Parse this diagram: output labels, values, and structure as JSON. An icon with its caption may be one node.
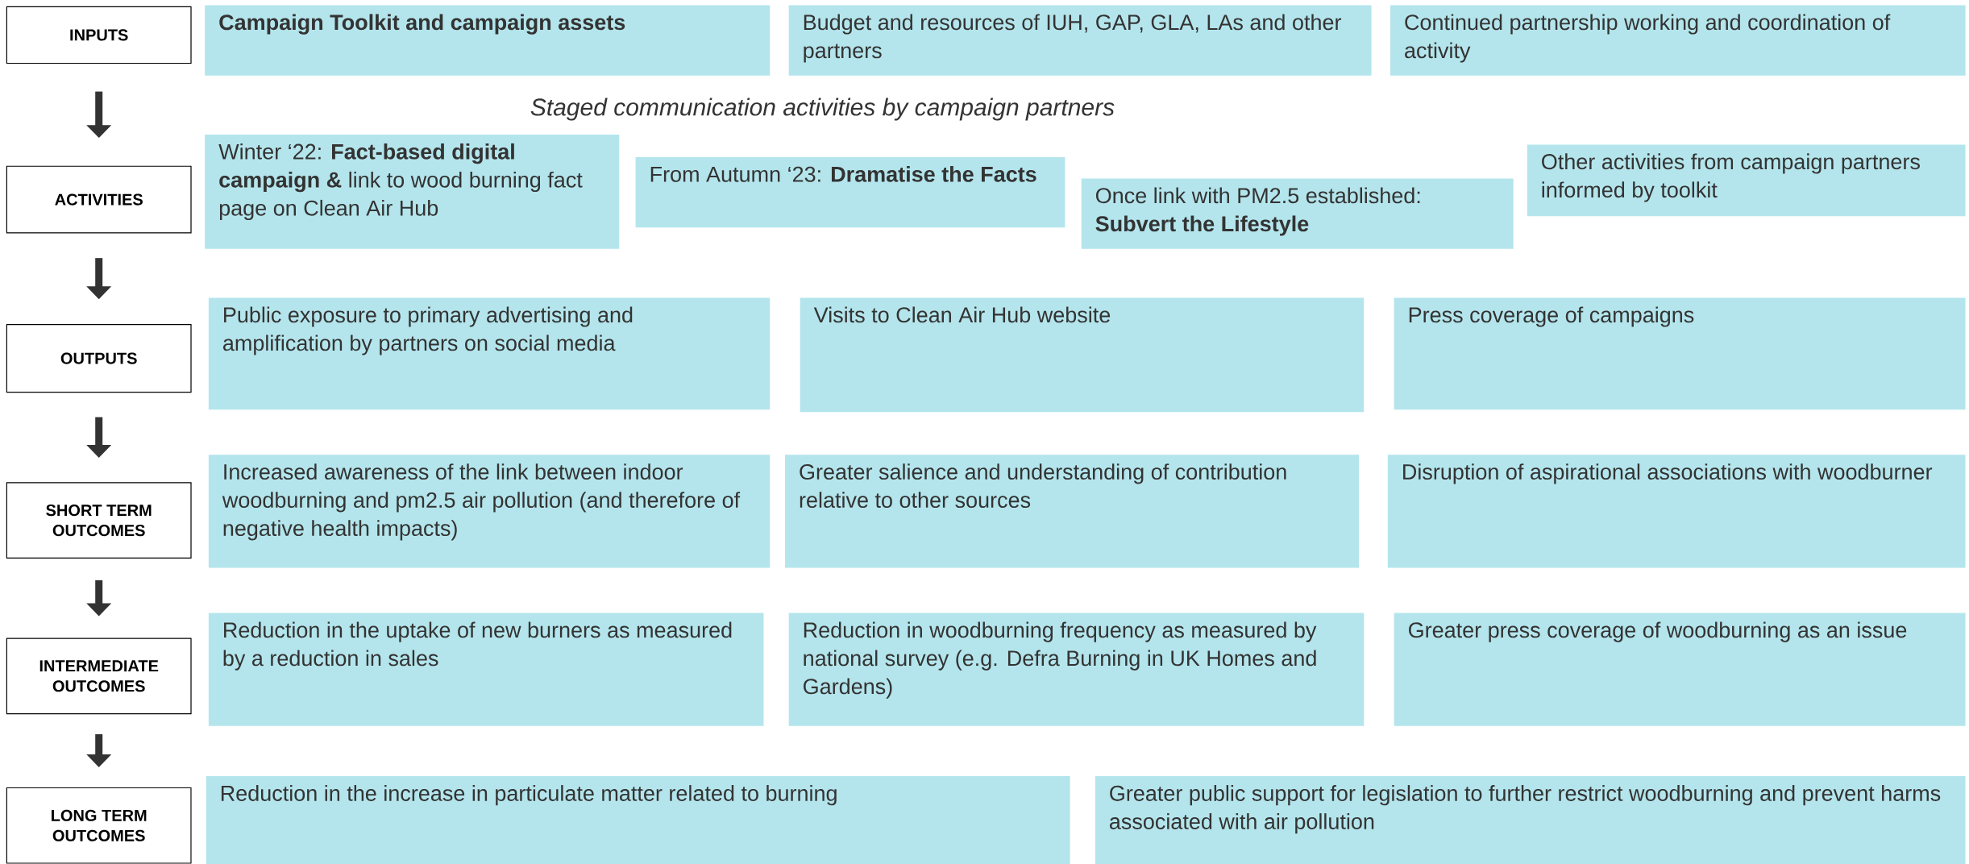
{
  "diagram": {
    "nodes": [
      {
        "text": [
          "INPUTS"
        ]
      },
      {
        "text": [
          "Campaign Toolkit and campaign assets"
        ]
      },
      {
        "text": [
          "Budget and resources of IUH, GAP, GLA, LAs and other partners"
        ]
      },
      {
        "text": [
          "Continued partnership working and coordination of activity"
        ]
      },
      {
        "text": [
          "ACTIVITIES"
        ]
      },
      {
        "text": [
          "Winter ‘22: **Fact-based digital campaign &** link to wood burning fact page on Clean Air Hub"
        ]
      },
      {
        "text": [
          "From Autumn ‘23: **Dramatise the Facts**"
        ]
      },
      {
        "text": [
          "Once link with PM2.5 established: **Subvert the Lifestyle**"
        ]
      },
      {
        "text": [
          "Other activities from campaign partners informed by toolkit"
        ]
      },
      {
        "text": [
          "OUTPUTS"
        ]
      },
      {
        "text": [
          "Public exposure to primary advertising and amplification by partners on social media"
        ]
      },
      {
        "text": [
          "Visits to Clean Air Hub website"
        ]
      },
      {
        "text": [
          "Press coverage of campaigns"
        ]
      },
      {
        "text": [
          "SHORT TERM OUTCOMES"
        ]
      },
      {
        "text": [
          "Increased awareness of the link between indoor woodburning and pm2.5 air pollution (and therefore of negative health impacts)"
        ]
      },
      {
        "text": [
          "Greater salience and understanding of contribution relative to other sources"
        ]
      },
      {
        "text": [
          "Disruption of aspirational associations with woodburner"
        ]
      },
      {
        "text": [
          "INTERMEDIATE OUTCOMES"
        ]
      },
      {
        "text": [
          "Reduction in the uptake of new burners as measured by a reduction in sales"
        ]
      },
      {
        "text": [
          "Reduction in woodburning frequency as measured by national survey (e.g. Defra Burning in UK Homes and Gardens)"
        ]
      },
      {
        "text": [
          "Greater press coverage of woodburning as an issue"
        ]
      },
      {
        "text": [
          "LONG TERM OUTCOMES"
        ]
      },
      {
        "text": [
          "Reduction in the increase in particulate matter related to burning"
        ]
      },
      {
        "text": [
          "Greater public support for legislation to further restrict woodburning and prevent harms associated with air pollution"
        ]
      }
    ],
    "edges": [
      {
        "from": 0,
        "to": 4,
        "arrow": "to"
      },
      {
        "from": 4,
        "to": 9,
        "arrow": "to"
      },
      {
        "from": 9,
        "to": 13,
        "arrow": "to"
      },
      {
        "from": 13,
        "to": 17,
        "arrow": "to"
      },
      {
        "from": 17,
        "to": 21,
        "arrow": "to"
      }
    ],
    "labels": [
      "Staged communication activities by campaign partners"
    ]
  }
}
